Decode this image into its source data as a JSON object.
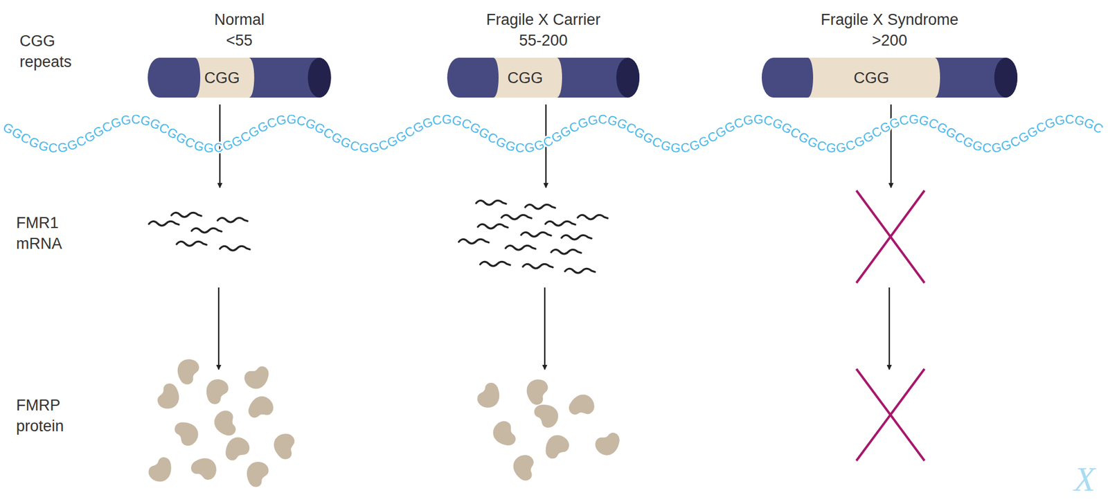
{
  "diagram": {
    "nodes": [
      {
        "text": [
          "Normal",
          "<55",
          "CGG"
        ]
      },
      {
        "text": [
          "Fragile X Carrier",
          "55-200",
          "CGG"
        ]
      },
      {
        "text": [
          "Fragile X Syndrome",
          ">200",
          "CGG"
        ]
      }
    ],
    "labels": [
      "CGG repeats",
      "GGCGGCGGCGGCGGCGGCGGCGGCGGCGGCGGCGGCGGCGGCGGCGGCGGCGGCGGCGGCGGCGGCGGCGGCGGCGGCGGCGGCGGCGGCGGCGGCGGCGGCGGCGGCGGCGGCGGCGGC",
      "FMR1 mRNA",
      "FMRP protein",
      "X"
    ]
  }
}
